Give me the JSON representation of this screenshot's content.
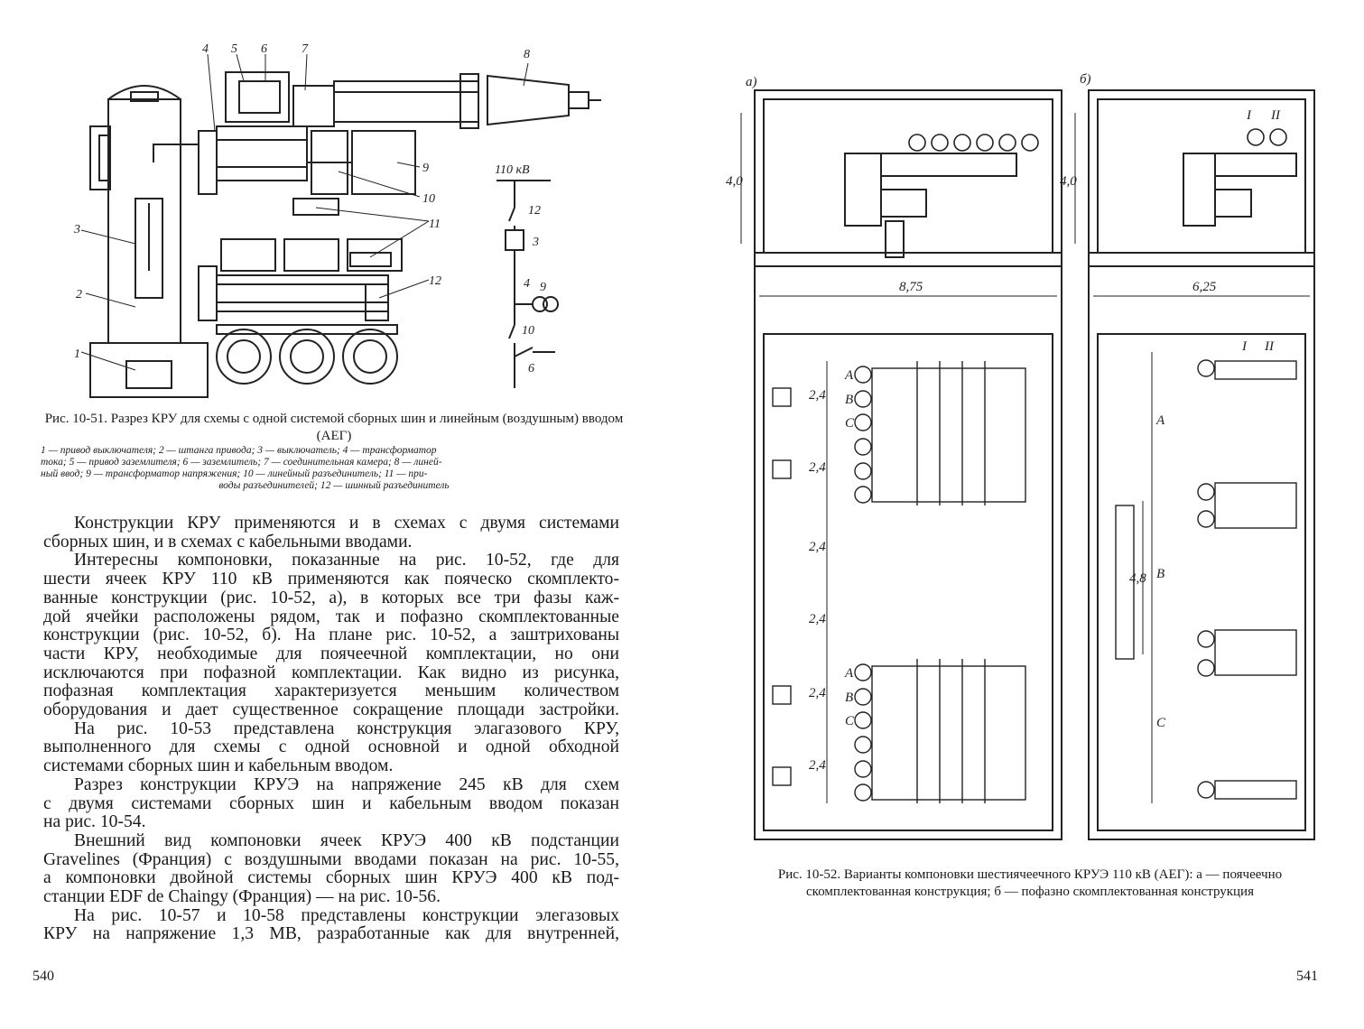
{
  "left_page": {
    "figure_10_51": {
      "labels": [
        "1",
        "2",
        "3",
        "4",
        "5",
        "6",
        "7",
        "8",
        "9",
        "10",
        "11",
        "12"
      ],
      "scheme_voltage": "110 кВ",
      "caption": "Рис. 10-51. Разрез КРУ для схемы с одной системой сборных шин и линейным (воздушным) вводом (АЕГ)",
      "legend": [
        "1 — привод выключателя; 2 — штанга привода; 3 — выключатель; 4 — трансформатор",
        "тока; 5 — привод заземлителя; 6 — заземлитель; 7 — соединительная камера; 8 — линей-",
        "ный ввод; 9 — трансформатор напряжения; 10 — линейный разъединитель; 11 — при-",
        "воды разъединителей; 12 — шинный разъединитель"
      ]
    },
    "body_lines": [
      "Конструкции КРУ применяются и в схемах с двумя системами",
      "сборных шин, и в схемах с кабельными вводами.",
      "Интересны компоновки, показанные на рис. 10-52, где для",
      "шести ячеек КРУ 110 кВ применяются как пояческо скомплекто-",
      "ванные конструкции (рис. 10-52, а), в которых все три фазы каж-",
      "дой ячейки расположены рядом, так и пофазно скомплектованные",
      "конструкции (рис. 10-52, б). На плане рис. 10-52, а заштрихованы",
      "части КРУ, необходимые для поячеечной комплектации, но они",
      "исключаются при пофазной комплектации. Как видно из рисунка,",
      "пофазная комплектация характеризуется меньшим количеством",
      "оборудования и дает существенное сокращение площади застройки.",
      "На рис. 10-53 представлена конструкция элагазового КРУ,",
      "выполненного для схемы с одной основной и одной обходной",
      "системами сборных шин и кабельным вводом.",
      "Разрез конструкции КРУЭ на напряжение 245 кВ для схем",
      "с двумя системами сборных шин и кабельным вводом показан",
      "на рис. 10-54.",
      "Внешний вид компоновки ячеек КРУЭ 400 кВ подстанции",
      "Gravelines (Франция) с воздушными вводами показан на рис. 10-55,",
      "а компоновки двойной системы сборных шин КРУЭ 400 кВ под-",
      "станции EDF de Chaingy (Франция) — на рис. 10-56.",
      "На рис. 10-57 и 10-58 представлены конструкции элегазовых",
      "КРУ на напряжение 1,3 МВ, разработанные как для внутренней,"
    ],
    "page_number": "540"
  },
  "right_page": {
    "figure_10_52": {
      "variant_a": "а)",
      "variant_b": "б)",
      "dim_height": "4,0",
      "dim_width_a": "8,75",
      "dim_width_b": "6,25",
      "dim_bay": "2,4",
      "dim_b_section": "4,8",
      "roman_1": "I",
      "roman_2": "II",
      "phase_labels": [
        "A",
        "B",
        "C"
      ],
      "section_labels": [
        "A",
        "B",
        "C"
      ],
      "caption": "Рис. 10-52. Варианты компоновки шестиячеечного КРУЭ 110 кВ (АЕГ): а — поячеечно скомплектованная конструкция; б — пофазно скомплектованная конструкция"
    },
    "page_number": "541"
  }
}
